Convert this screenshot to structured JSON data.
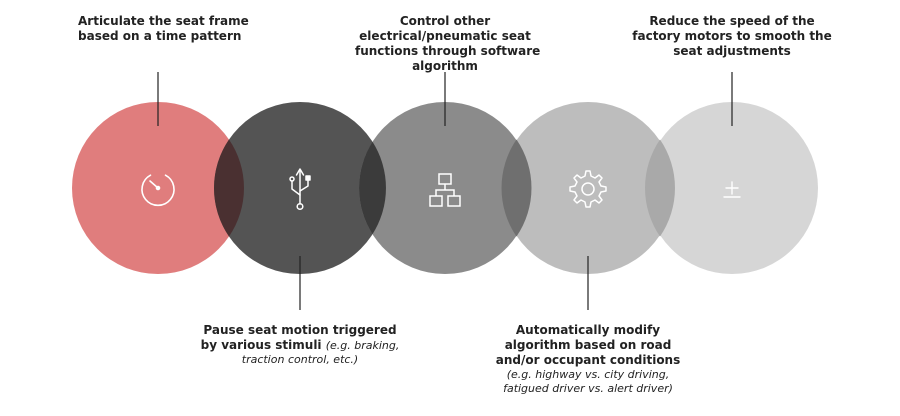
{
  "steps": [
    {
      "icon": "timer-icon",
      "color": "#e07d7d",
      "caption_lines": [
        "Articulate the seat frame",
        "based on a time pattern"
      ]
    },
    {
      "icon": "usb-icon",
      "color": "#545454",
      "caption_bold": [
        "Pause seat motion triggered",
        "by various stimuli "
      ],
      "caption_italic": [
        "(e.g. braking,",
        "traction control, etc.)"
      ]
    },
    {
      "icon": "hierarchy-icon",
      "color": "#8b8b8b",
      "caption_lines": [
        "Control other",
        "electrical/pneumatic seat",
        "functions through software",
        "algorithm"
      ]
    },
    {
      "icon": "gear-icon",
      "color": "#bdbdbd",
      "caption_lines": [
        "Automatically modify",
        "algorithm based on road",
        "and/or occupant conditions"
      ],
      "caption_italic": [
        "(e.g. highway vs. city driving,",
        "fatigued driver vs. alert driver)"
      ]
    },
    {
      "icon": "plus-minus-icon",
      "color": "#d6d6d6",
      "caption_lines": [
        "Reduce the speed of the",
        "factory motors to smooth the",
        "seat adjustments"
      ]
    }
  ]
}
